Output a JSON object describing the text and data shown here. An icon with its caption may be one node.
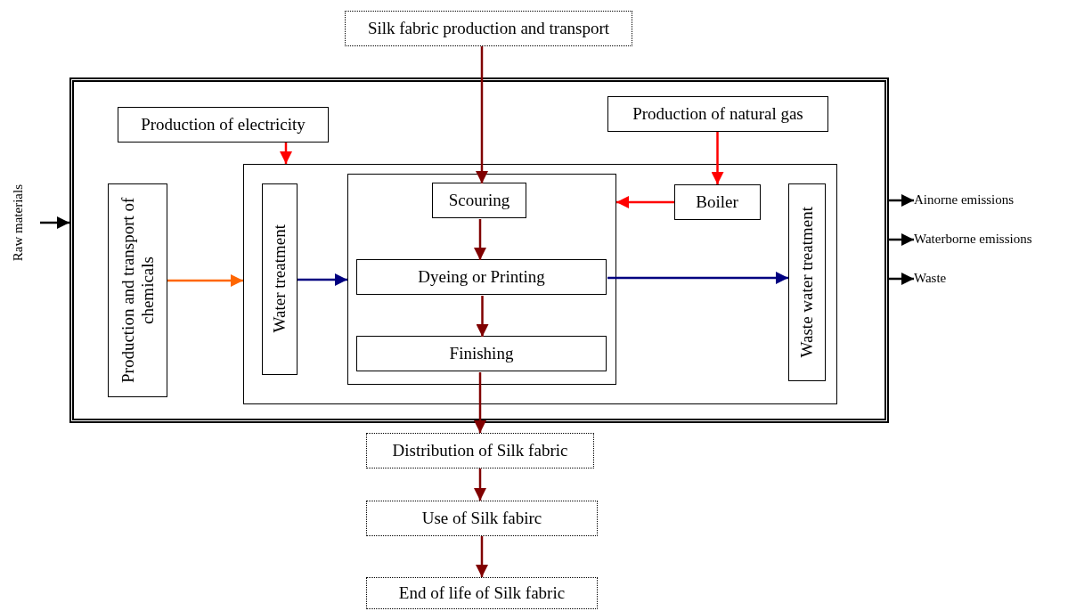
{
  "diagram": {
    "nodes": [
      {
        "text": [
          "Silk fabric production and transport"
        ]
      },
      {
        "text": [],
        "shape": "box"
      },
      {
        "text": [
          "Production of electricity"
        ],
        "in": 1
      },
      {
        "text": [
          "Production of natural gas"
        ],
        "in": 1
      },
      {
        "text": [
          "Production and transport of chemicals"
        ],
        "in": 1
      },
      {
        "text": [],
        "shape": "box",
        "in": 1
      },
      {
        "text": [
          "Water treatment"
        ],
        "in": 5
      },
      {
        "text": [],
        "shape": "box",
        "in": 5
      },
      {
        "text": [
          "Scouring"
        ],
        "in": 7
      },
      {
        "text": [
          "Dyeing or Printing"
        ],
        "in": 7
      },
      {
        "text": [
          "Finishing"
        ],
        "in": 7
      },
      {
        "text": [
          "Boiler"
        ],
        "in": 5
      },
      {
        "text": [
          "Waste water treatment"
        ],
        "in": 5
      },
      {
        "text": [
          "Raw materials"
        ]
      },
      {
        "text": [
          "Ainorne emissions"
        ]
      },
      {
        "text": [
          "Waterborne emissions"
        ]
      },
      {
        "text": [
          "Waste"
        ]
      },
      {
        "text": [
          "Distribution of Silk fabric"
        ]
      },
      {
        "text": [
          "Use of Silk fabirc"
        ]
      },
      {
        "text": [
          "End of life  of Silk fabric"
        ]
      }
    ],
    "edges": [
      {
        "from": 0,
        "to": 8,
        "arrow": "to"
      },
      {
        "from": 2,
        "to": 5,
        "arrow": "to",
        "color": "#ff0000"
      },
      {
        "from": 3,
        "to": 11,
        "arrow": "to",
        "color": "#ff0000"
      },
      {
        "from": 11,
        "to": 7,
        "arrow": "to",
        "color": "#ff0000"
      },
      {
        "from": 4,
        "to": 5,
        "arrow": "to",
        "color": "#ff6600"
      },
      {
        "from": 6,
        "to": 7,
        "arrow": "to",
        "color": "#000080"
      },
      {
        "from": 8,
        "to": 9,
        "arrow": "to"
      },
      {
        "from": 9,
        "to": 10,
        "arrow": "to"
      },
      {
        "from": 9,
        "to": 12,
        "arrow": "to",
        "color": "#000080"
      },
      {
        "from": 10,
        "to": 17,
        "arrow": "to"
      },
      {
        "from": 17,
        "to": 18,
        "arrow": "to"
      },
      {
        "from": 18,
        "to": 19,
        "arrow": "to"
      },
      {
        "from": 13,
        "to": 1,
        "arrow": "to",
        "color": "#000000"
      },
      {
        "from": 1,
        "to": 14,
        "arrow": "to",
        "color": "#000000"
      },
      {
        "from": 1,
        "to": 15,
        "arrow": "to",
        "color": "#000000"
      },
      {
        "from": 1,
        "to": 16,
        "arrow": "to",
        "color": "#000000"
      }
    ]
  }
}
